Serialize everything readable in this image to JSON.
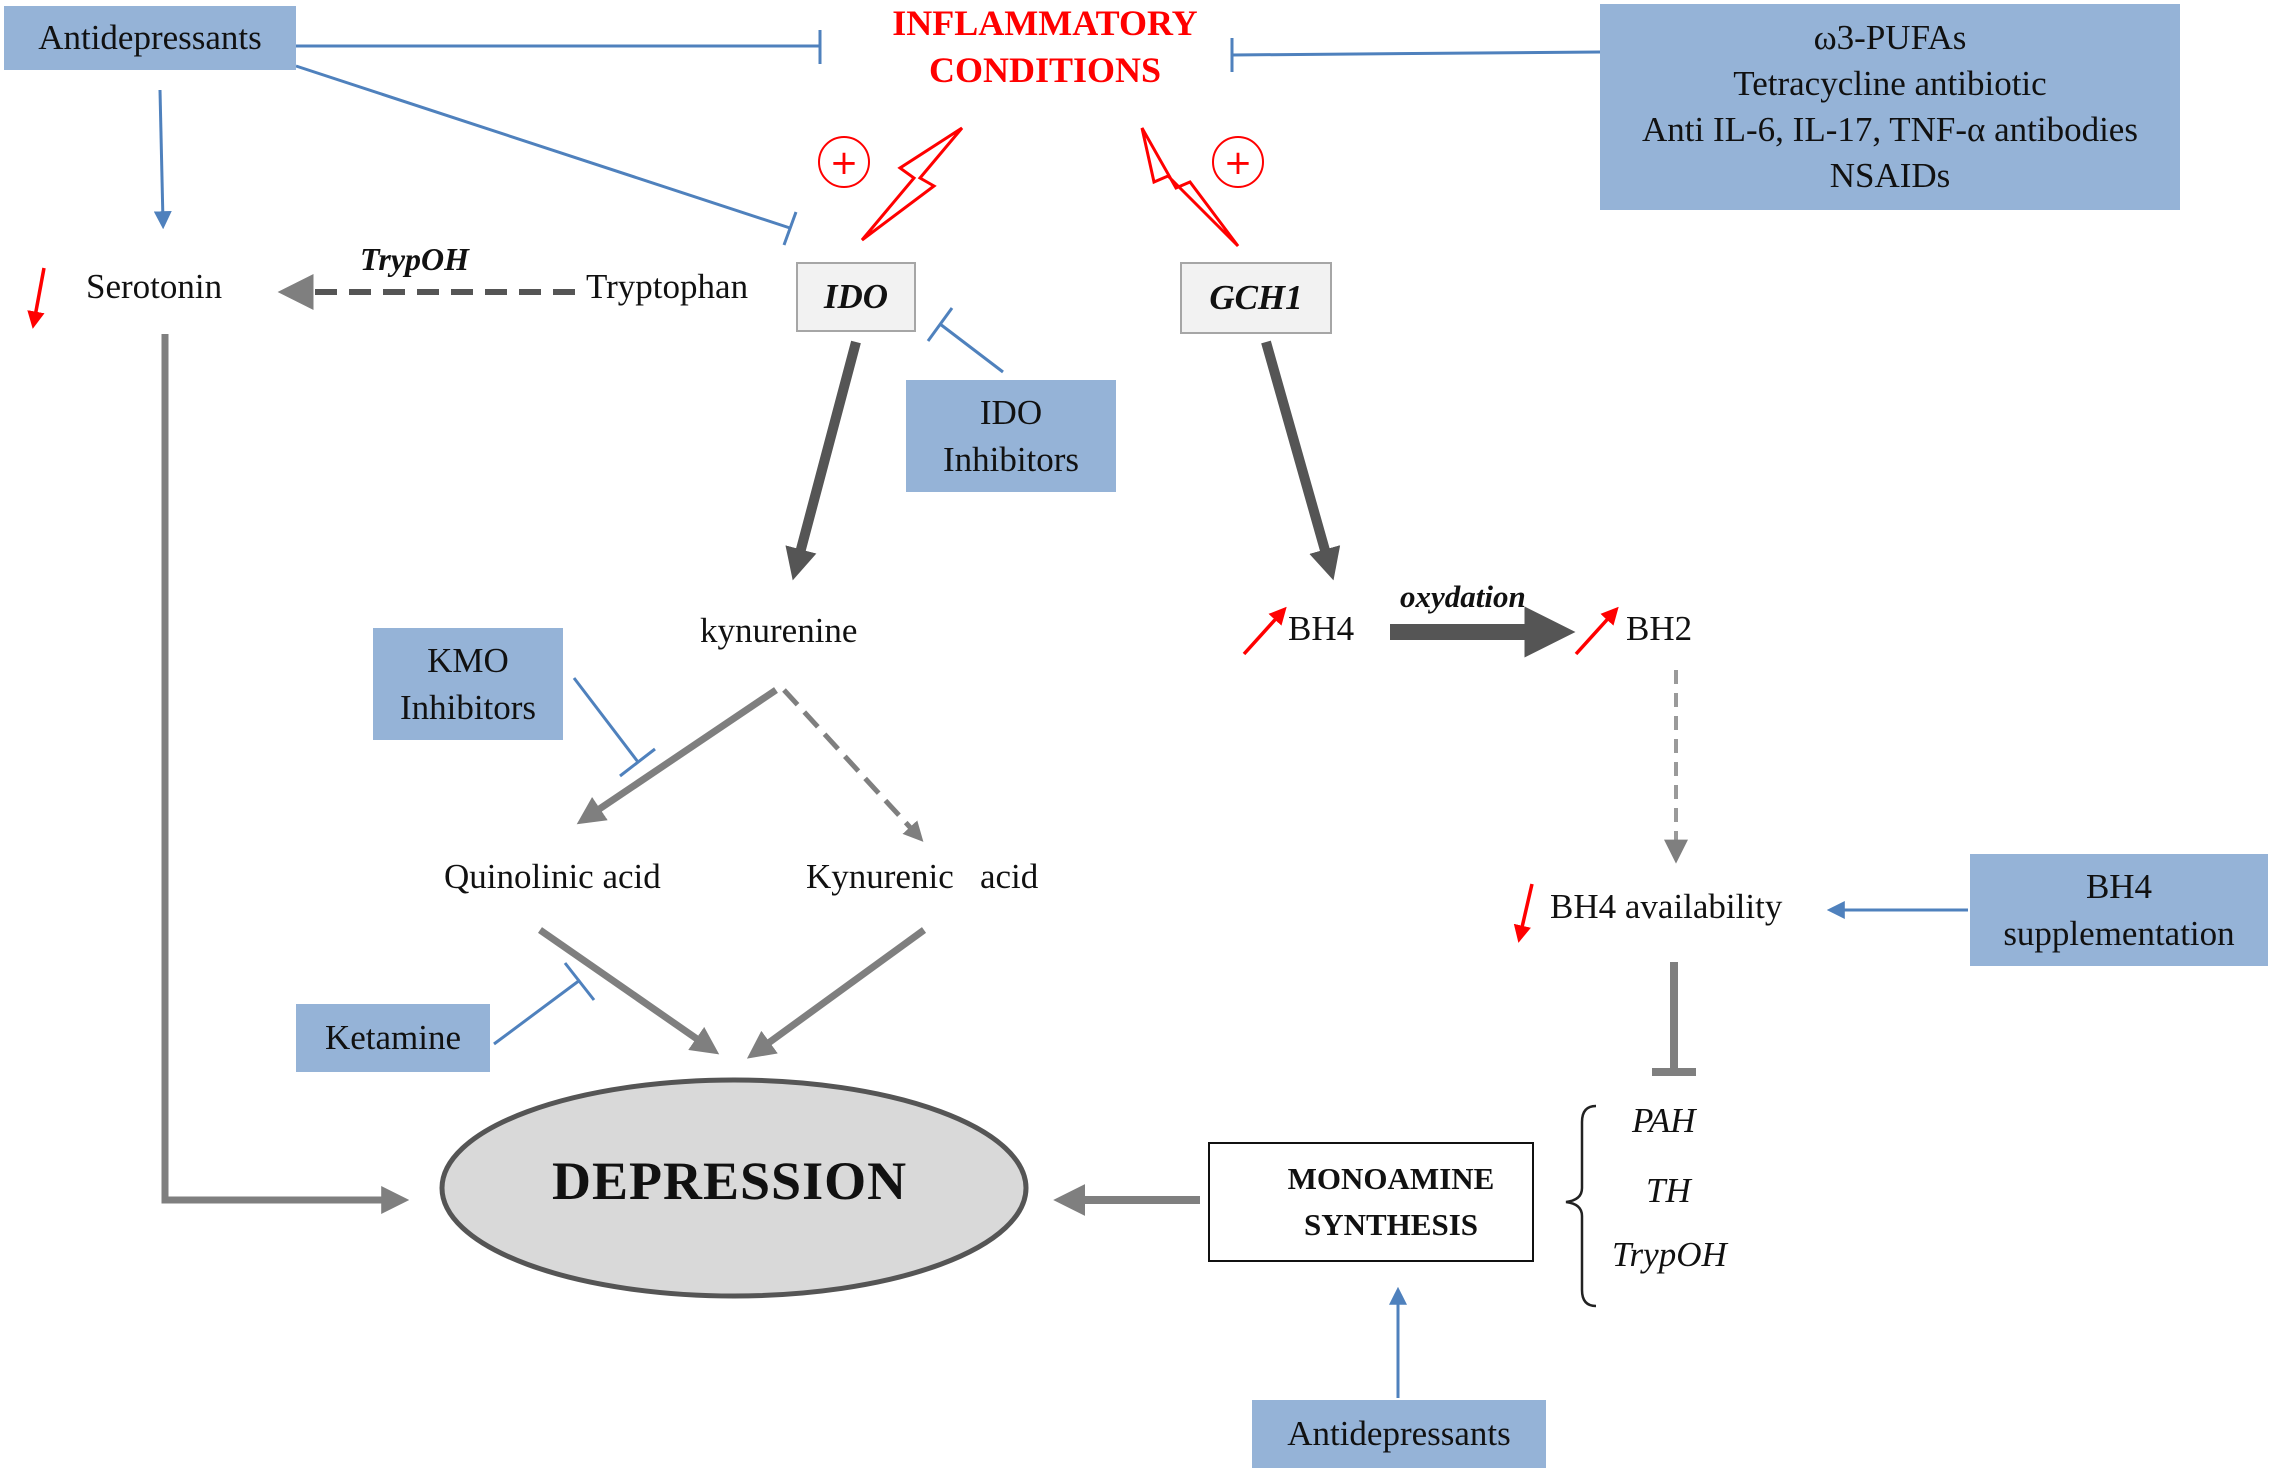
{
  "inflammation": {
    "line1": "INFLAMMATORY",
    "line2": "CONDITIONS",
    "color": "#ff0000"
  },
  "treatments": {
    "antidepressants_top": "Antidepressants",
    "anti_inflammatory": [
      "ω3-PUFAs",
      "Tetracycline  antibiotic",
      "Anti  IL-6, IL-17, TNF-α antibodies",
      "NSAIDs"
    ],
    "ido_inhibitors": [
      "IDO",
      "Inhibitors"
    ],
    "kmo_inhibitors": [
      "KMO",
      "Inhibitors"
    ],
    "ketamine": "Ketamine",
    "bh4_supplementation": [
      "BH4",
      "supplementation"
    ],
    "antidepressants_bottom": "Antidepressants",
    "box_color": "#95b3d7"
  },
  "enzymes": {
    "ido": "IDO",
    "gch1": "GCH1",
    "trypoh": "TrypOH",
    "oxydation": "oxydation"
  },
  "metabolites": {
    "serotonin": "Serotonin",
    "tryptophan": "Tryptophan",
    "kynurenine": "kynurenine",
    "quinolinic": "Quinolinic acid",
    "kynurenic": "Kynurenic   acid",
    "bh4": "BH4",
    "bh2": "BH2",
    "bh4_availability": "BH4 availability"
  },
  "monoamine": {
    "line1": "MONOAMINE",
    "line2": "SYNTHESIS"
  },
  "enzyme_list": [
    "PAH",
    "TH",
    "TrypOH"
  ],
  "outcome": "DEPRESSION",
  "plus_sign": "+",
  "colors": {
    "arrow_gray": "#7f7f7f",
    "inhibit_blue": "#4f81bd",
    "up_down_red": "#ff0000"
  }
}
